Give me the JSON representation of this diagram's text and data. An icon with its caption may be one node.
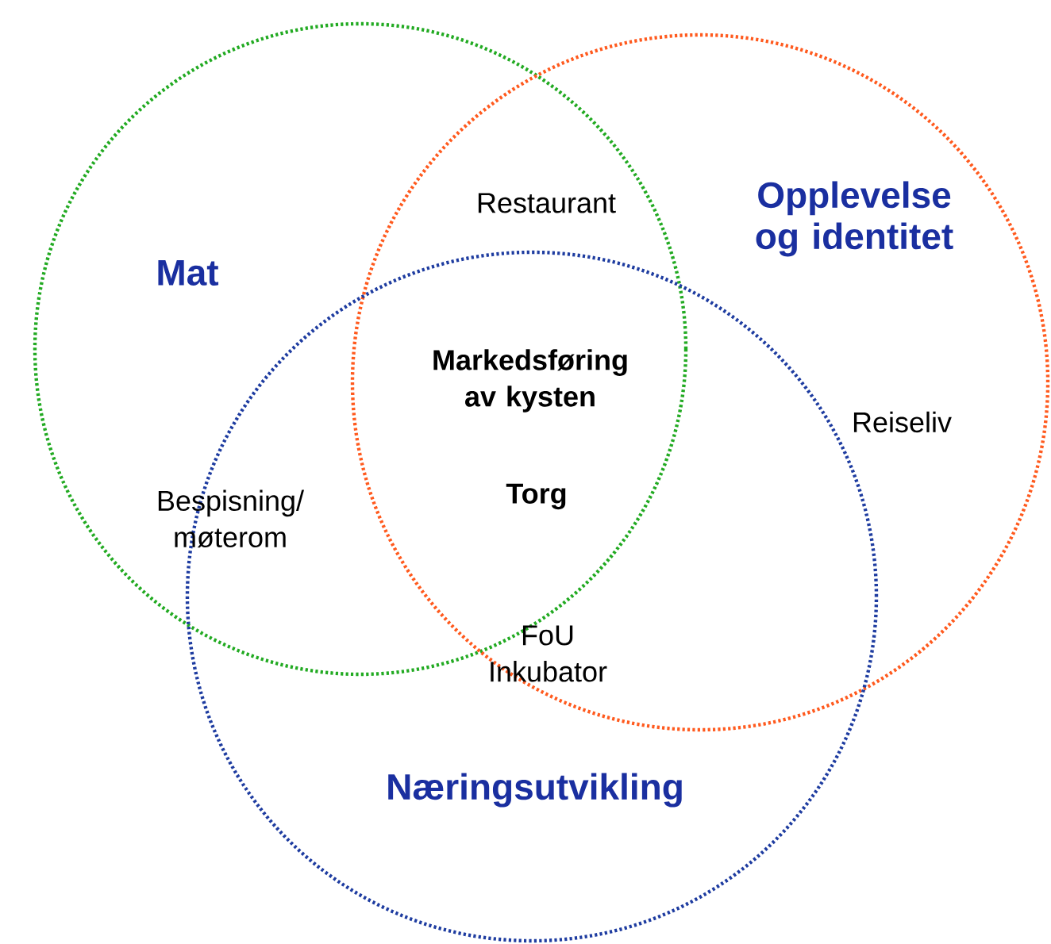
{
  "diagram": {
    "nodes": [
      {
        "text": [
          "Mat"
        ]
      },
      {
        "text": [
          "Opplevelse og identitet"
        ]
      },
      {
        "text": [
          "Næringsutvikling"
        ]
      }
    ],
    "edges": [],
    "labels": [
      "Restaurant",
      "Markedsføring av kysten",
      "Reiseliv",
      "Bespisning/ møterom",
      "Torg",
      "FoU Inkubator"
    ]
  }
}
